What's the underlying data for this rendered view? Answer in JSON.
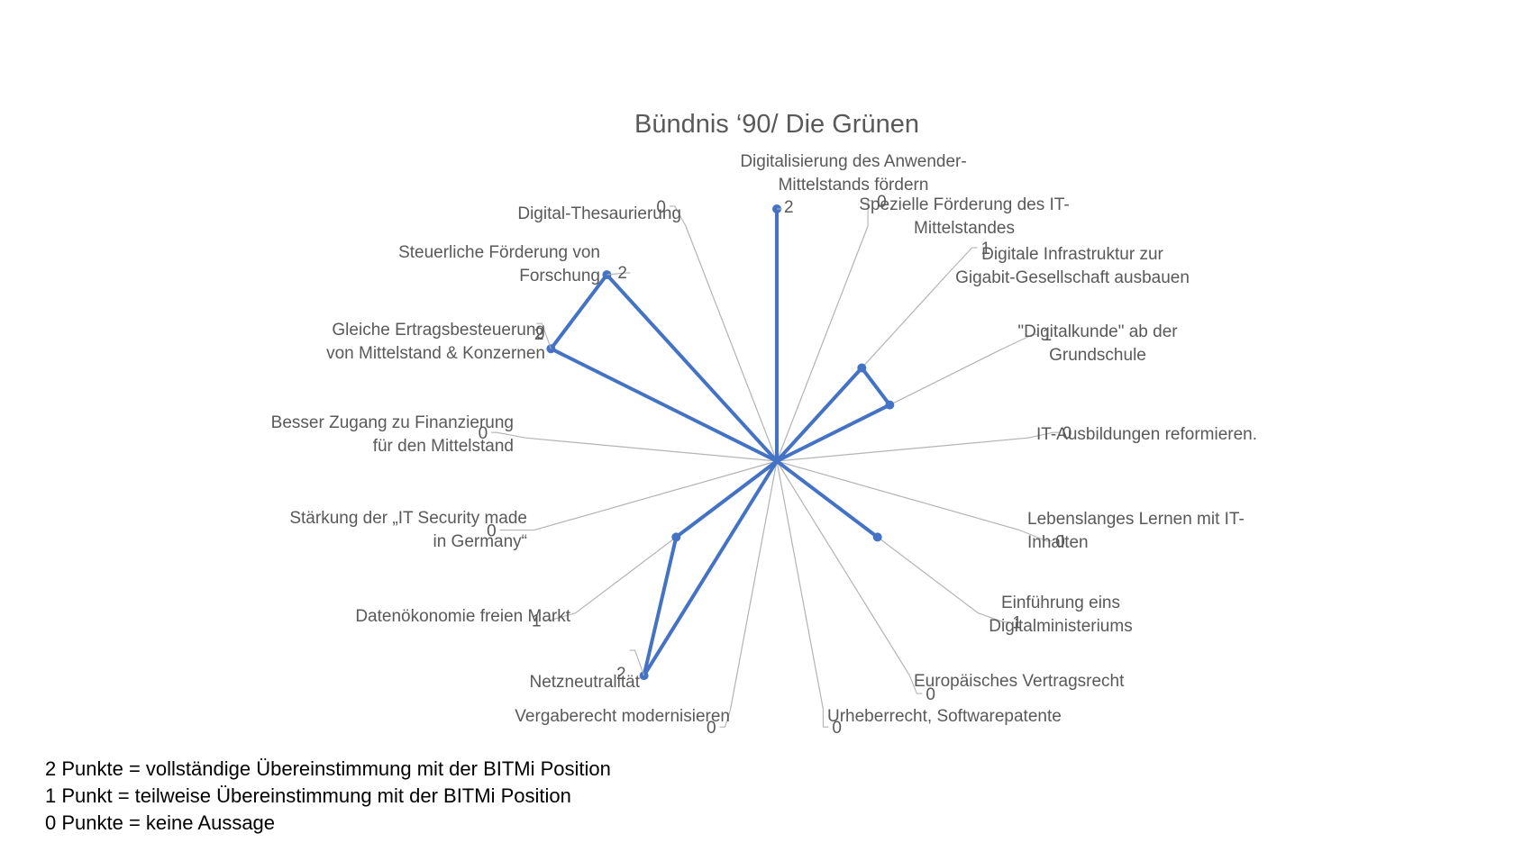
{
  "chart_data": {
    "type": "radar",
    "title": "Bündnis ‘90/ Die Grünen",
    "categories": [
      [
        "Digitalisierung des Anwender-",
        "Mittelstands fördern"
      ],
      [
        "Spezielle Förderung des IT-",
        "Mittelstandes"
      ],
      [
        "Digitale Infrastruktur zur",
        "Gigabit-Gesellschaft ausbauen"
      ],
      [
        "\"Digitalkunde\" ab der",
        "Grundschule"
      ],
      [
        "IT-Ausbildungen reformieren."
      ],
      [
        "Lebenslanges Lernen mit IT-",
        "Inhalten"
      ],
      [
        "Einführung eins",
        "Digitalministeriums"
      ],
      [
        "Europäisches Vertragsrecht"
      ],
      [
        "Urheberrecht, Softwarepatente"
      ],
      [
        "Vergaberecht modernisieren"
      ],
      [
        "Netzneutralität"
      ],
      [
        "Datenökonomie freien Markt"
      ],
      [
        "Stärkung der „IT Security made",
        "in Germany“"
      ],
      [
        "Besser Zugang zu Finanzierung",
        "für den Mittelstand"
      ],
      [
        "Gleiche Ertragsbesteuerung",
        "von Mittelstand & Konzernen"
      ],
      [
        "Steuerliche Förderung von",
        "Forschung"
      ],
      [
        "Digital-Thesaurierung"
      ]
    ],
    "values": [
      2,
      0,
      1,
      1,
      0,
      0,
      1,
      0,
      0,
      0,
      2,
      1,
      0,
      0,
      2,
      2,
      0
    ],
    "value_labels": [
      "2",
      "0",
      "1",
      "1",
      "0",
      "0",
      "1",
      "0",
      "0",
      "0",
      "2",
      "1",
      "0",
      "0",
      "2",
      "2",
      "0"
    ],
    "rlim": [
      0,
      2
    ],
    "colors": {
      "series": "#4472C4",
      "spokes": "#B3B3B3",
      "text": "#595959"
    }
  },
  "legend": {
    "line1": "2 Punkte = vollständige Übereinstimmung mit der BITMi Position",
    "line2": "1 Punkt = teilweise Übereinstimmung mit der BITMi Position",
    "line3": "0 Punkte = keine Aussage"
  }
}
